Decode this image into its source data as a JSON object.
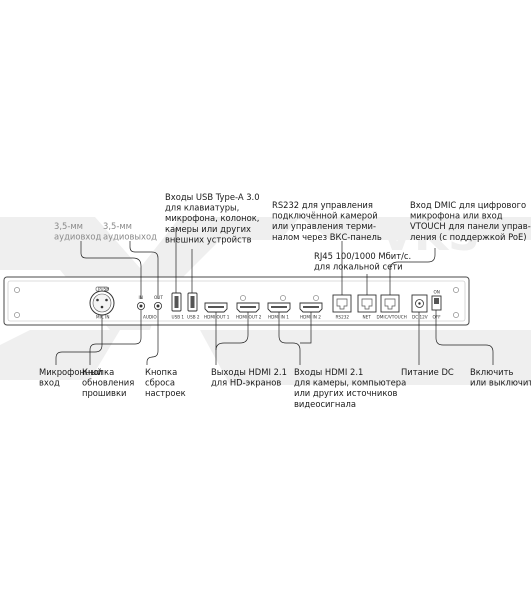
{
  "diagram": {
    "callouts": {
      "audio_in": [
        "3,5-мм",
        "аудиовход"
      ],
      "audio_out": [
        "3,5-мм",
        "аудиовыход"
      ],
      "usb": [
        "Входы USB Type-A 3.0",
        "для клавиатуры,",
        "микрофона, колонок,",
        "камеры или других",
        "внешних устройств"
      ],
      "rs232": [
        "RS232 для управления",
        "подключённой камерой",
        "или управления терми-",
        "налом через ВКС-панель"
      ],
      "rj45": [
        "RJ45 100/1000 Мбит/с.",
        "для локальной сети"
      ],
      "dmic": [
        "Вход DMIC для цифрового",
        "микрофона или вход",
        "VTOUCH для панели управ-",
        "ления (с поддержкой PoE)"
      ],
      "mic_in": [
        "Микрофонный",
        "вход"
      ],
      "firmware": [
        "Кнопка",
        "обновления",
        "прошивки"
      ],
      "reset": [
        "Кнопка",
        "сброса",
        "настроек"
      ],
      "hdmi_out": [
        "Выходы HDMI 2.1",
        "для HD-экранов"
      ],
      "hdmi_in": [
        "Входы HDMI 2.1",
        "для камеры, компьютера",
        "или других источников",
        "видеосигнала"
      ],
      "dc_power": [
        "Питание DC"
      ],
      "power_switch": [
        "Включить",
        "или выключить"
      ]
    },
    "port_labels": {
      "mic_in": "MIC IN",
      "in": "IN",
      "out": "OUT",
      "audio": "AUDIO",
      "usb1": "USB 1",
      "usb2": "USB 2",
      "hdmi_out1": "HDMI OUT 1",
      "hdmi_out2": "HDMI OUT 2",
      "hdmi_in1": "HDMI IN 1",
      "hdmi_in2": "HDMI IN 2",
      "rs232": "RS232",
      "net": "NET",
      "dmic_vtouch": "DMIC/VTOUCH",
      "dc12v": "DC 12V",
      "on": "ON",
      "off": "OFF",
      "push": "PUSH"
    },
    "watermark": "VKS"
  }
}
